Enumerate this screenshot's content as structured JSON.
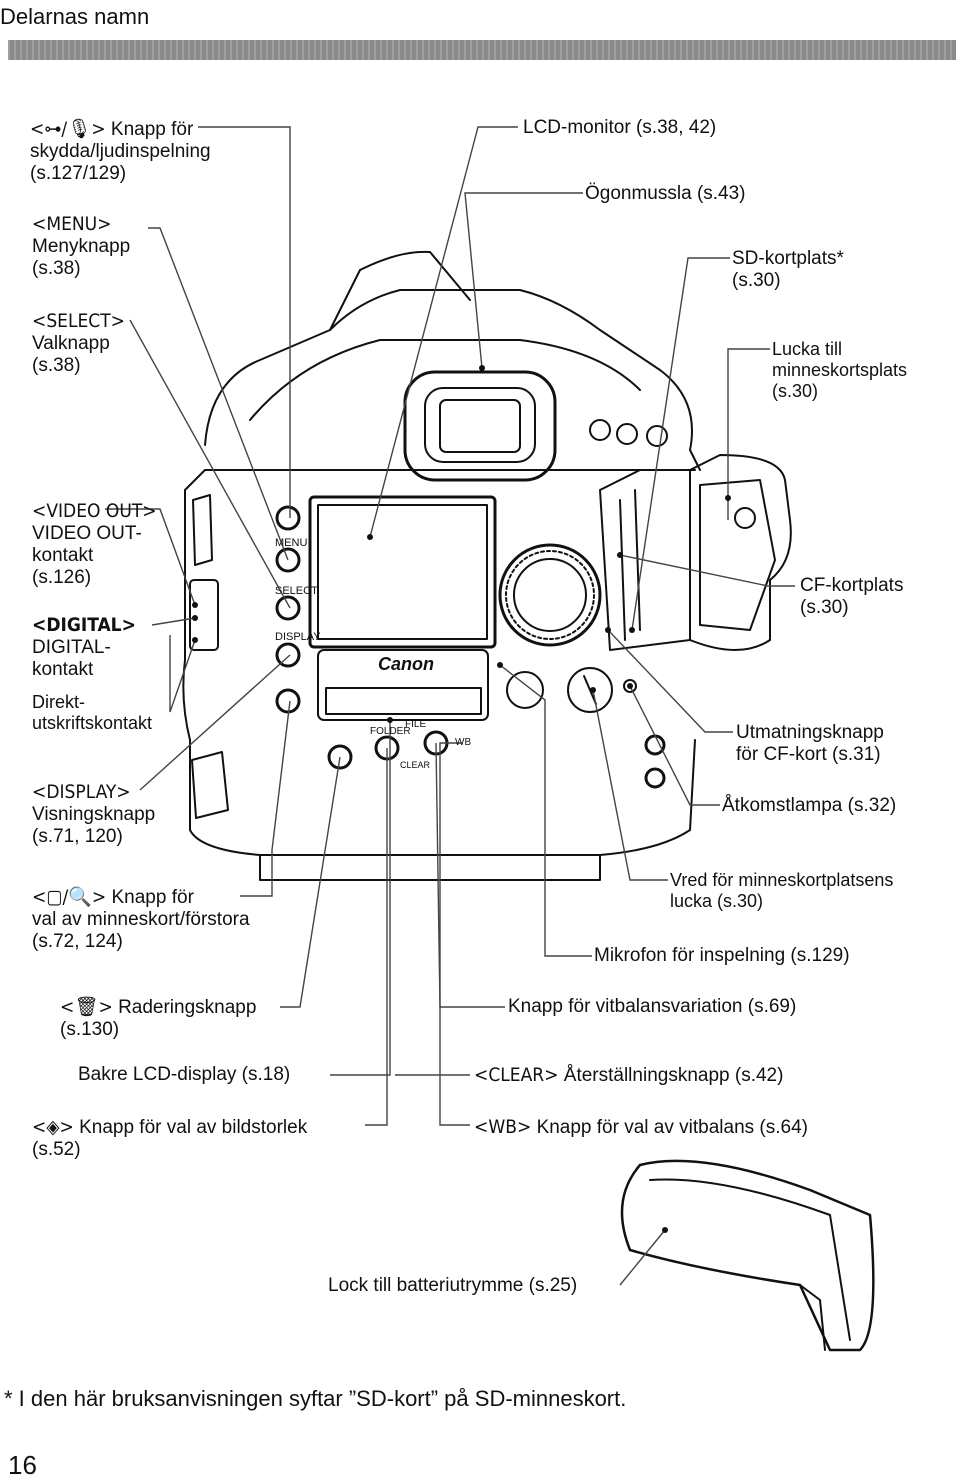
{
  "header": {
    "title": "Delarnas namn"
  },
  "labels": {
    "protect": {
      "code": "<⊶/🎙>",
      "text": "Knapp för",
      "line2": "skydda/ljudinspelning",
      "line3": "(s.127/129)"
    },
    "menu": {
      "code": "<MENU>",
      "line2": "Menyknapp",
      "line3": "(s.38)"
    },
    "select": {
      "code": "<SELECT>",
      "line2": "Valknapp",
      "line3": "(s.38)"
    },
    "video": {
      "code": "<VIDEO OUT>",
      "line2": "VIDEO OUT-",
      "line3": "kontakt",
      "line4": "(s.126)"
    },
    "digital": {
      "code": "<DIGITAL>",
      "line2": "DIGITAL-",
      "line3": "kontakt",
      "line4": "Direkt-",
      "line5": "utskriftskontakt"
    },
    "display": {
      "code": "<DISPLAY>",
      "line2": "Visningsknapp",
      "line3": "(s.71, 120)"
    },
    "card_zoom": {
      "code": "<▢/🔍>",
      "text": "Knapp för",
      "line2": "val av minneskort/förstora",
      "line3": "(s.72, 124)"
    },
    "erase": {
      "code": "<🗑>",
      "text": "Raderingsknapp",
      "line2": "(s.130)"
    },
    "rear_lcd": {
      "text": "Bakre LCD-display (s.18)"
    },
    "img_size": {
      "code": "<◈>",
      "text": "Knapp för val av bildstorlek",
      "line2": "(s.52)"
    },
    "lcd_monitor": {
      "text": "LCD-monitor (s.38, 42)"
    },
    "eyecup": {
      "text": "Ögonmussla (s.43)"
    },
    "sd_slot": {
      "text": "SD-kortplats*",
      "line2": "(s.30)"
    },
    "card_cover": {
      "text": "Lucka till",
      "line2": "minneskortsplats",
      "line3": "(s.30)"
    },
    "cf_slot": {
      "text": "CF-kortplats",
      "line2": "(s.30)"
    },
    "cf_eject": {
      "text": "Utmatningsknapp",
      "line2": "för CF-kort (s.31)"
    },
    "access_lamp": {
      "text": "Åtkomstlampa (s.32)"
    },
    "cover_dial": {
      "text": "Vred för minneskortplatsens",
      "line2": "lucka (s.30)"
    },
    "mic": {
      "text": "Mikrofon för inspelning (s.129)"
    },
    "wb_bracket": {
      "text": "Knapp för vitbalansvariation (s.69)"
    },
    "clear": {
      "code": "<CLEAR>",
      "text": "Återställningsknapp (s.42)"
    },
    "wb": {
      "code": "<WB>",
      "text": "Knapp för val av vitbalans (s.64)"
    },
    "battery_cover": {
      "text": "Lock till batteriutrymme (s.25)"
    }
  },
  "camera": {
    "brand": "Canon",
    "buttons": [
      "MENU",
      "SELECT",
      "DISPLAY"
    ],
    "lcd_tabs": [
      "FOLDER",
      "FILE"
    ],
    "clear_label": "CLEAR",
    "wb_label": "WB"
  },
  "footnote": "* I den här bruksanvisningen syftar ”SD-kort” på SD-minneskort.",
  "page_number": "16"
}
